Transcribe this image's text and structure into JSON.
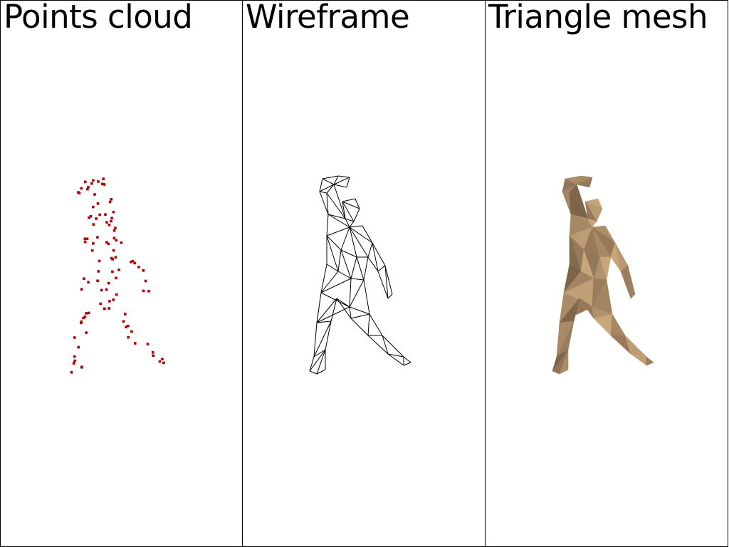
{
  "panels": [
    {
      "title": "Points cloud",
      "render_style": "points"
    },
    {
      "title": "Wireframe",
      "render_style": "wireframe"
    },
    {
      "title": "Triangle mesh",
      "render_style": "surface"
    }
  ],
  "colors": {
    "background": "#ffffff",
    "points": "#b30000",
    "wireframe": "#000000",
    "mesh_light": "#c9a77c",
    "mesh_dark": "#7d6449",
    "border": "#000000"
  }
}
